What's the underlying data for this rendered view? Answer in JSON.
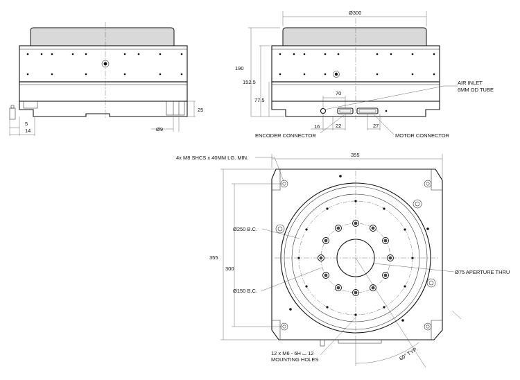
{
  "dimensions": {
    "dia_300": "Ø300",
    "h_190": "190",
    "h_152_5": "152.5",
    "h_77_5": "77.5",
    "d_70": "70",
    "d_16": "16",
    "d_22": "22",
    "d_27": "27",
    "d_5": "5",
    "d_14": "14",
    "d_25": "25",
    "dia_9": "Ø9",
    "w_355": "355",
    "h_355": "355",
    "h_300": "300",
    "bc_250": "Ø250 B.C.",
    "bc_150": "Ø150 B.C.",
    "aperture": "Ø75 APERTURE THRU",
    "angle": "60° TYP."
  },
  "callouts": {
    "air_inlet_1": "AIR INLET",
    "air_inlet_2": "6MM OD TUBE",
    "encoder": "ENCODER CONNECTOR",
    "motor": "MOTOR CONNECTOR",
    "mounting_screws": "4x M8 SHCS x 40MM LG. MIN.",
    "holes_1": "12 x M6 - 6H ⌴ 12",
    "holes_2": "MOUNTING HOLES"
  }
}
